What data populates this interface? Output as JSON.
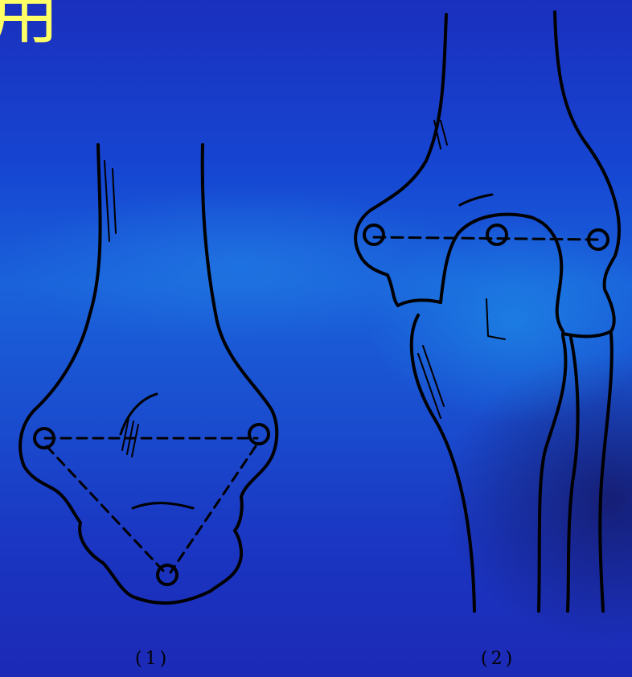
{
  "title": "用",
  "figures": [
    {
      "label": "(1)"
    },
    {
      "label": "(2)"
    }
  ],
  "colors": {
    "title": "#ffff66",
    "line": "#000000",
    "background": "#1a4fd0"
  }
}
